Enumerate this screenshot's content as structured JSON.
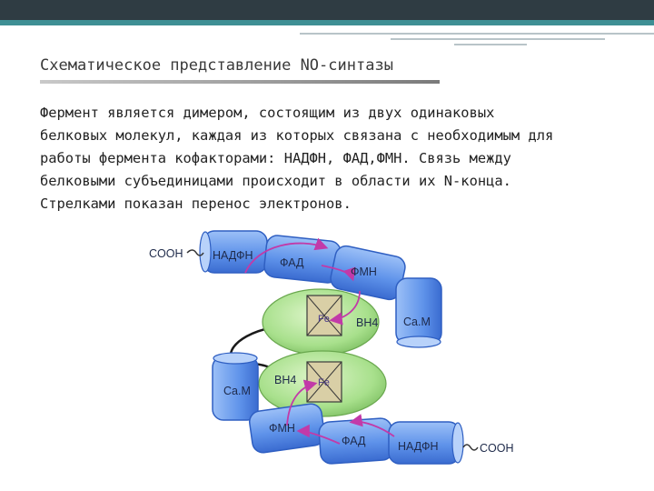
{
  "slide": {
    "title": "Схематическое представление NO-синтазы",
    "paragraph_lines": [
      "Фермент является димером, состоящим из двух одинаковых",
      "белковых молекул, каждая из которых связана с необходимым для",
      "работы фермента кофакторами: НАДФН, ФАД,ФМН. Связь между",
      "белковыми субъединицами происходит в области их N-конца.",
      "Стрелками показан перенос электронов."
    ]
  },
  "diagram": {
    "top": {
      "terminal": "COOH",
      "nadph": "НАДФН",
      "fad": "ФАД",
      "fmn": "ФМН",
      "fe": "Fe",
      "bh4": "BH4",
      "cam": "Ca.M"
    },
    "bottom": {
      "cam": "Ca.M",
      "bh4": "BH4",
      "fe": "Fe",
      "fmn": "ФМН",
      "fad": "ФАД",
      "nadph": "НАДФН",
      "terminal": "COOH"
    },
    "colors": {
      "segment": "#6d9ff0",
      "segment_dark": "#2f5fc2",
      "oval": "#a8e08c",
      "heme": "#d9cfa6",
      "arrow": "#c23aa8"
    }
  }
}
